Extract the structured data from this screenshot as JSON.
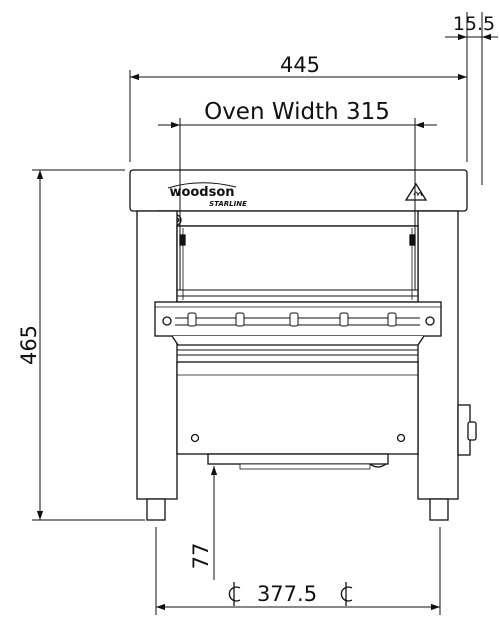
{
  "dimensions": {
    "overall_width": "445",
    "side_offset": "15.5",
    "oven_width_label": "Oven Width 315",
    "height": "465",
    "leg_clearance": "77",
    "foot_centres": "377.5"
  },
  "brand": {
    "name": "woodson",
    "sub": "STARLINE"
  },
  "colors": {
    "line": "#111111",
    "panel_fill": "#f4f4f4",
    "shadow_fill": "#9a9a9a"
  }
}
